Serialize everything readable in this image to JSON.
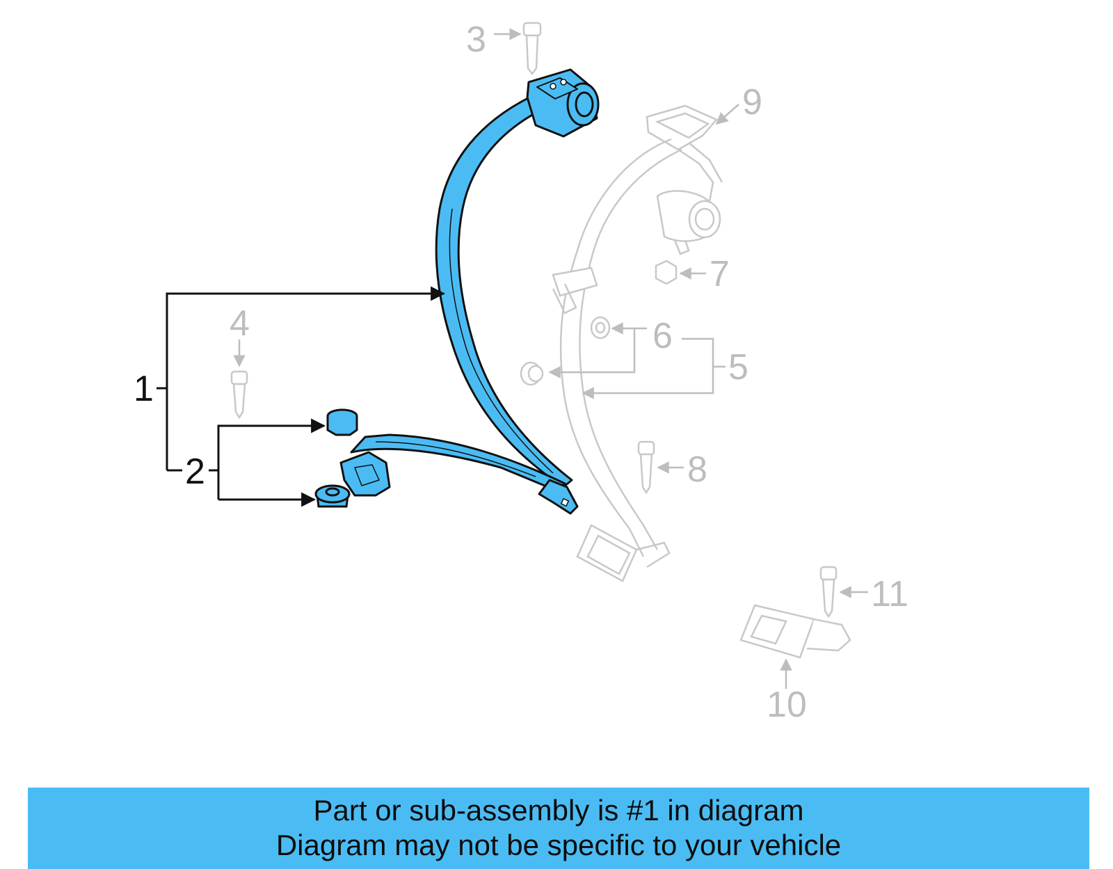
{
  "callouts": {
    "c1": "1",
    "c2": "2",
    "c3": "3",
    "c4": "4",
    "c5": "5",
    "c6": "6",
    "c7": "7",
    "c8": "8",
    "c9": "9",
    "c10": "10",
    "c11": "11"
  },
  "banner": {
    "line1": "Part or sub-assembly is #1 in diagram",
    "line2": "Diagram may not be specific to your vehicle"
  },
  "colors": {
    "highlight": "#4bbcf3",
    "ghost": "#c8c8c8",
    "outline": "#111111"
  }
}
